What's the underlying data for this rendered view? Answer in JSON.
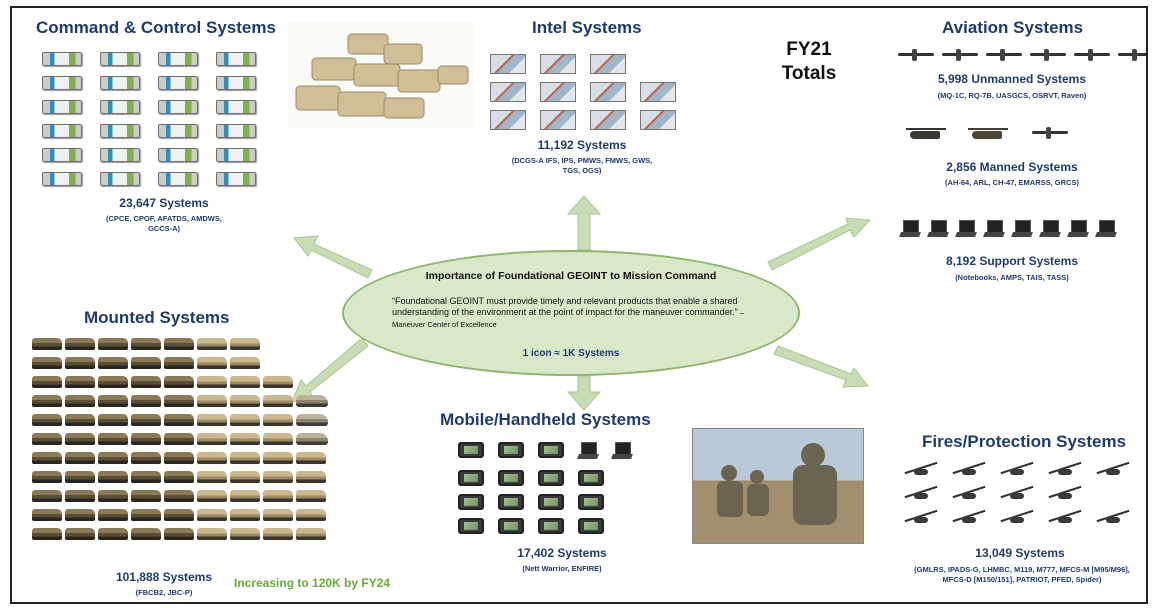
{
  "totals": {
    "line1": "FY21",
    "line2": "Totals"
  },
  "command_control": {
    "title": "Command & Control Systems",
    "count": "23,647 Systems",
    "systems": "(CPCE, CPOF, AFATDS, AMDWS, GCCS-A)",
    "icon_rows": 6,
    "icon_cols": 4
  },
  "intel": {
    "title": "Intel Systems",
    "count": "11,192 Systems",
    "systems": "(DCGS-A IFS, IPS, PMWS, FMWS, GWS, TGS, OGS)"
  },
  "aviation": {
    "title": "Aviation Systems",
    "unmanned_count": "5,998 Unmanned Systems",
    "unmanned_systems": "(MQ-1C, RQ-7B, UASGCS, OSRVT, Raven)",
    "manned_count": "2,856 Manned Systems",
    "manned_systems": "(AH-64, ARL, CH-47, EMARSS, GRCS)",
    "support_count": "8,192 Support Systems",
    "support_systems": "(Notebooks, AMPS, TAIS, TASS)"
  },
  "center": {
    "title": "Importance of Foundational GEOINT to Mission Command",
    "quote": "“Foundational GEOINT must provide timely and relevant products that enable a shared understanding of the environment at the point of impact for the maneuver commander.”",
    "attribution": " – Maneuver Center of Excellence",
    "legend": "1 icon ≈ 1K Systems"
  },
  "mounted": {
    "title": "Mounted Systems",
    "count": "101,888 Systems",
    "systems": "(FBCB2, JBC-P)",
    "increase_note": "Increasing to 120K by FY24"
  },
  "mobile": {
    "title": "Mobile/Handheld Systems",
    "count": "17,402 Systems",
    "systems": "(Nett Warrior, ENFIRE)"
  },
  "fires": {
    "title": "Fires/Protection Systems",
    "count": "13,049 Systems",
    "systems": "(GMLRS, IPADS-G, LHMBC, M119, M777, MFCS-M [M95/M96], MFCS-D [M150/151], PATRIOT, PFED, Spider)"
  },
  "colors": {
    "title_blue": "#1f3a6e",
    "arrow_green": "#c8ddb5",
    "ellipse_fill": "#d8e8c8",
    "note_green": "#6aaa3a"
  }
}
